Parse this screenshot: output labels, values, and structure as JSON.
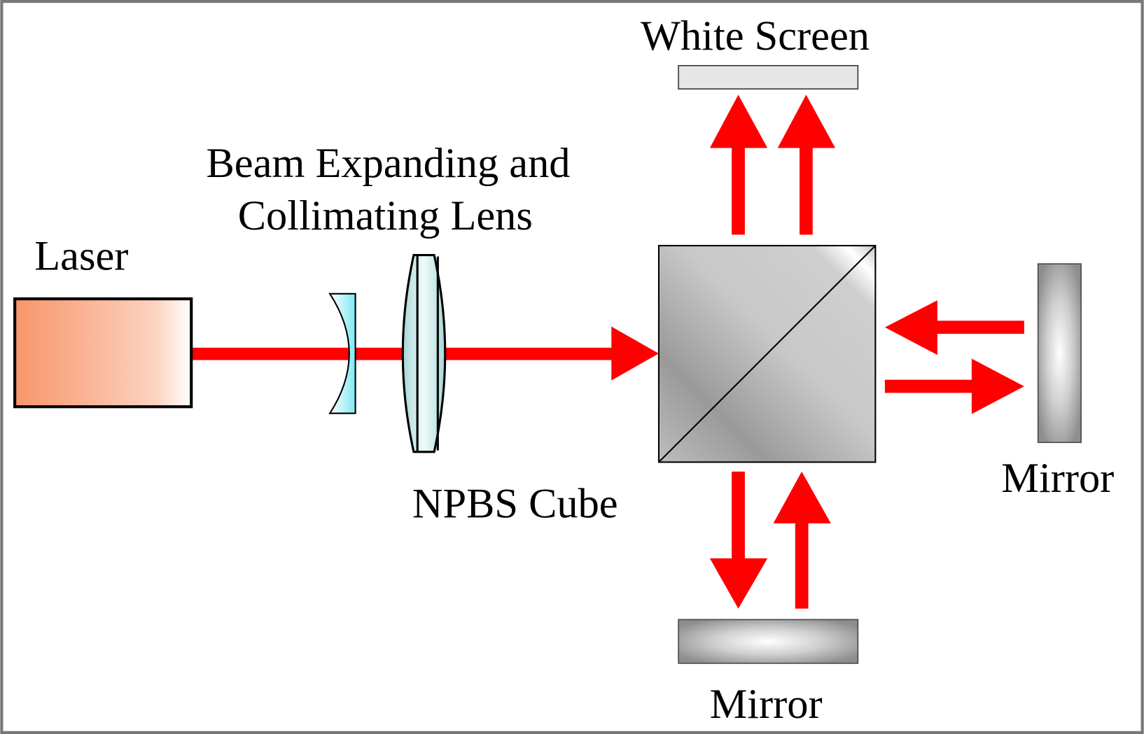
{
  "labels": {
    "white_screen": "White Screen",
    "lens_line1": "Beam Expanding and",
    "lens_line2": "Collimating Lens",
    "laser": "Laser",
    "npbs": "NPBS Cube",
    "mirror_right": "Mirror",
    "mirror_bottom": "Mirror"
  },
  "colors": {
    "beam": "#ff0000",
    "laser_fill": "#f7956a",
    "border": "#777777"
  }
}
